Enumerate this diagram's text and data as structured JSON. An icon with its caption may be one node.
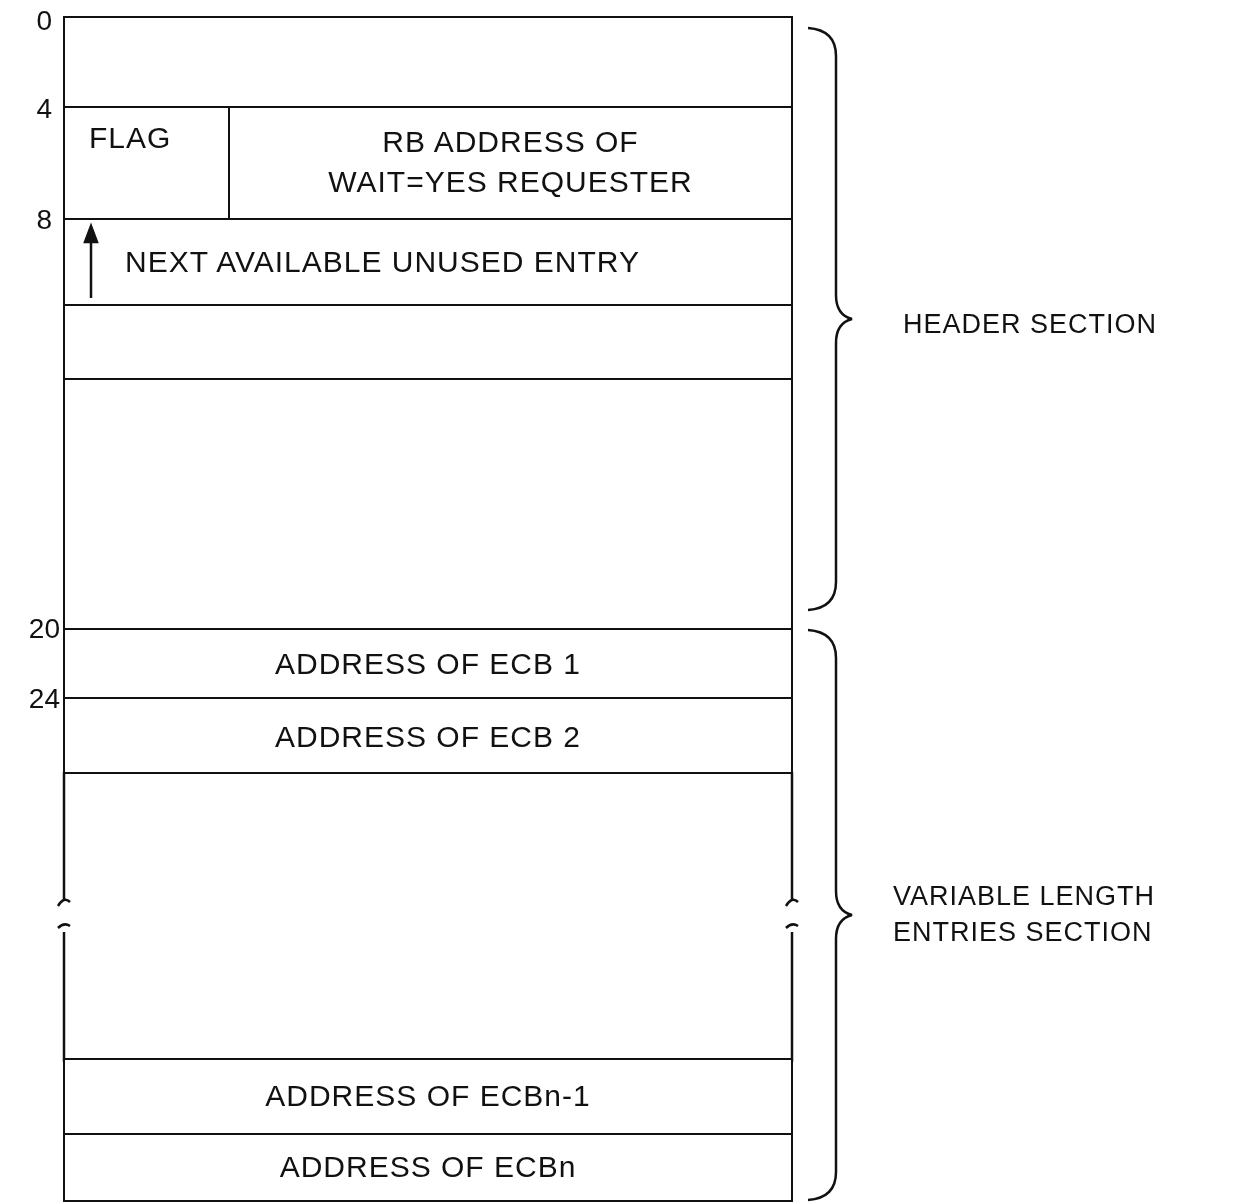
{
  "diagram": {
    "nodes": [
      {
        "text": [],
        "shape": "box"
      },
      {
        "text": [
          "FLAG"
        ]
      },
      {
        "text": [
          "RB ADDRESS OF WAIT=YES REQUESTER"
        ]
      },
      {
        "text": [
          "NEXT AVAILABLE UNUSED ENTRY"
        ]
      },
      {
        "text": [],
        "shape": "box"
      },
      {
        "text": [],
        "shape": "box"
      },
      {
        "text": [
          "ADDRESS OF ECB 1"
        ]
      },
      {
        "text": [
          "ADDRESS OF ECB 2"
        ]
      },
      {
        "text": [],
        "shape": "box"
      },
      {
        "text": [
          "ADDRESS OF ECBn-1"
        ]
      },
      {
        "text": [
          "ADDRESS OF ECBn"
        ]
      }
    ],
    "labels": [
      "0",
      "4",
      "8",
      "20",
      "24",
      "HEADER SECTION",
      "VARIABLE LENGTH ENTRIES SECTION"
    ]
  }
}
